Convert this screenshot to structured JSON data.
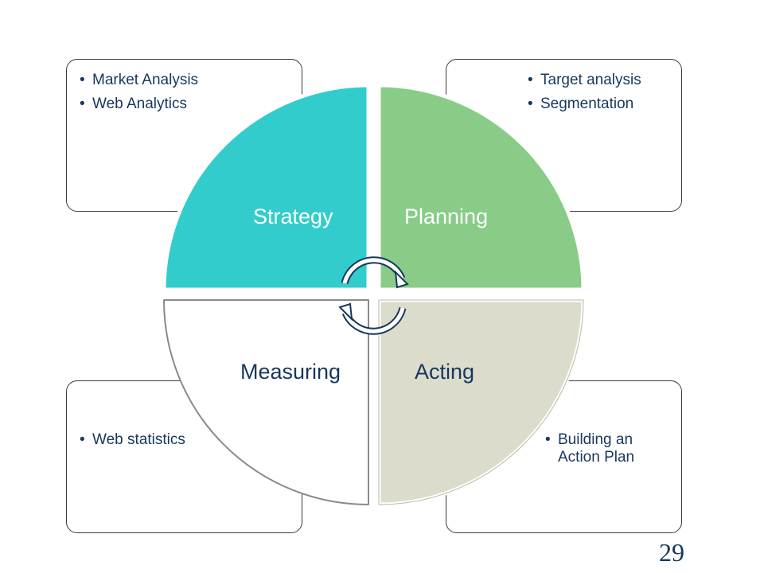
{
  "quadrants": {
    "strategy": {
      "label": "Strategy",
      "color": "#33cccc",
      "items": [
        "Market Analysis",
        "Web Analytics"
      ]
    },
    "planning": {
      "label": "Planning",
      "color": "#88cc88",
      "items": [
        "Target analysis",
        "Segmentation"
      ]
    },
    "measuring": {
      "label": "Measuring",
      "color": "#ffffff",
      "items": [
        "Web statistics"
      ]
    },
    "acting": {
      "label": "Acting",
      "color": "#dcdccc",
      "items": [
        "Building an Action Plan"
      ]
    }
  },
  "slide_number": "29"
}
